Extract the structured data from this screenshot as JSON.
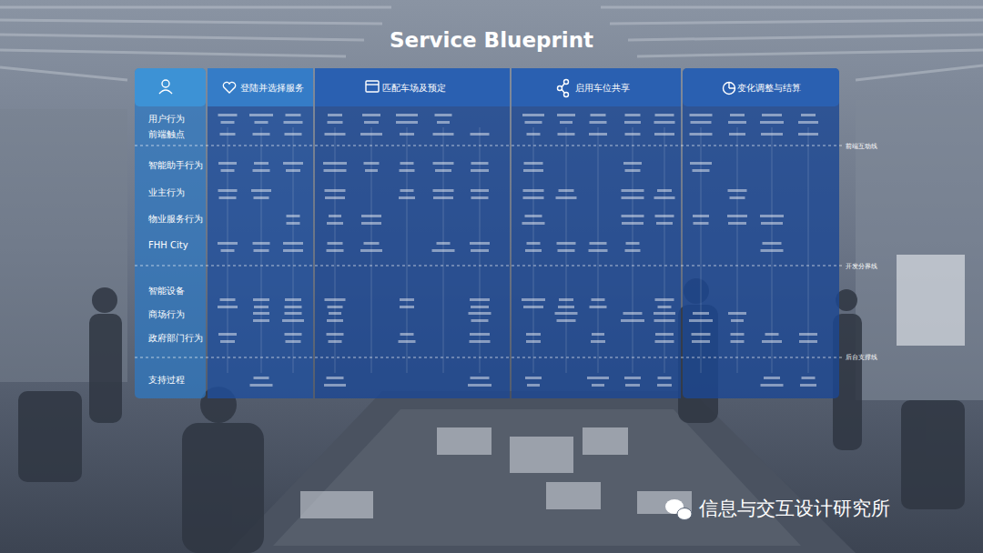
{
  "diagram": {
    "title": "Service Blueprint",
    "nodes": [
      {
        "text": [
          "登陆并选择服务"
        ]
      },
      {
        "text": [
          "匹配车场及预定"
        ]
      },
      {
        "text": [
          "启用车位共享"
        ]
      },
      {
        "text": [
          "变化调整与结算"
        ]
      }
    ],
    "labels": [
      "用户行为",
      "前端触点",
      "智能助手行为",
      "业主行为",
      "物业服务行为",
      "FHH City",
      "智能设备",
      "商场行为",
      "政府部门行为",
      "支持过程",
      "前端互动线",
      "开发分界线",
      "后台支撑线",
      "信息与交互设计研究所"
    ]
  }
}
